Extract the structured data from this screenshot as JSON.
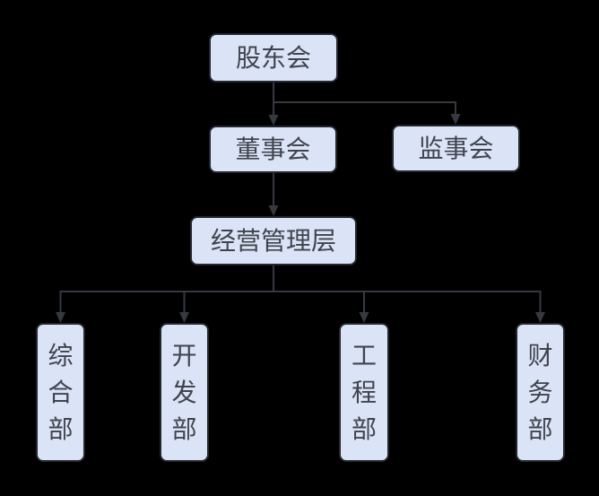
{
  "diagram": {
    "type": "org-chart",
    "nodes": {
      "shareholders": {
        "label": "股东会"
      },
      "board": {
        "label": "董事会"
      },
      "supervisory": {
        "label": "监事会"
      },
      "management": {
        "label": "经营管理层"
      },
      "dept_general": {
        "label": "综合部"
      },
      "dept_development": {
        "label": "开发部"
      },
      "dept_engineering": {
        "label": "工程部"
      },
      "dept_finance": {
        "label": "财务部"
      }
    },
    "edges": [
      {
        "from": "股东会",
        "to": "董事会"
      },
      {
        "from": "股东会",
        "to": "监事会"
      },
      {
        "from": "董事会",
        "to": "经营管理层"
      },
      {
        "from": "经营管理层",
        "to": "综合部"
      },
      {
        "from": "经营管理层",
        "to": "开发部"
      },
      {
        "from": "经营管理层",
        "to": "工程部"
      },
      {
        "from": "经营管理层",
        "to": "财务部"
      }
    ],
    "colors": {
      "background": "#000000",
      "node_fill": "#dbe3f7",
      "node_border": "#23272e",
      "node_text": "#3f444c",
      "connector": "#36393f"
    }
  }
}
